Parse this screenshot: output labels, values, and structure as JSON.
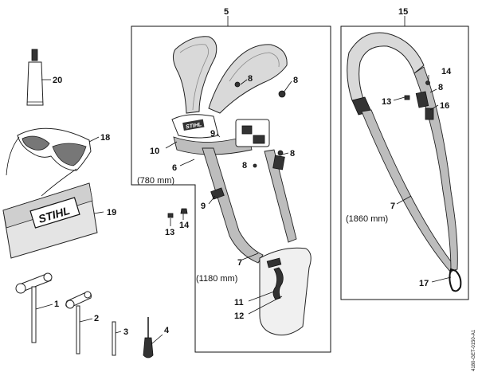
{
  "labels": {
    "n1": "1",
    "n2": "2",
    "n3": "3",
    "n4": "4",
    "n5": "5",
    "n6": "6",
    "n7a": "7",
    "n7b": "7",
    "n8a": "8",
    "n8b": "8",
    "n8c": "8",
    "n8d": "8",
    "n9a": "9",
    "n9b": "9",
    "n10": "10",
    "n11": "11",
    "n12": "12",
    "n13a": "13",
    "n13b": "13",
    "n14a": "14",
    "n14b": "14",
    "n15": "15",
    "n16": "16",
    "n17": "17",
    "n18": "18",
    "n19": "19",
    "n20": "20"
  },
  "measurements": {
    "m780": "(780 mm)",
    "m1180": "(1180 mm)",
    "m1860": "(1860 mm)"
  },
  "brand": {
    "harness_plate": "STIHL",
    "pouch": "STIHL"
  },
  "drawing_code": "4180-GET-0150-A1"
}
